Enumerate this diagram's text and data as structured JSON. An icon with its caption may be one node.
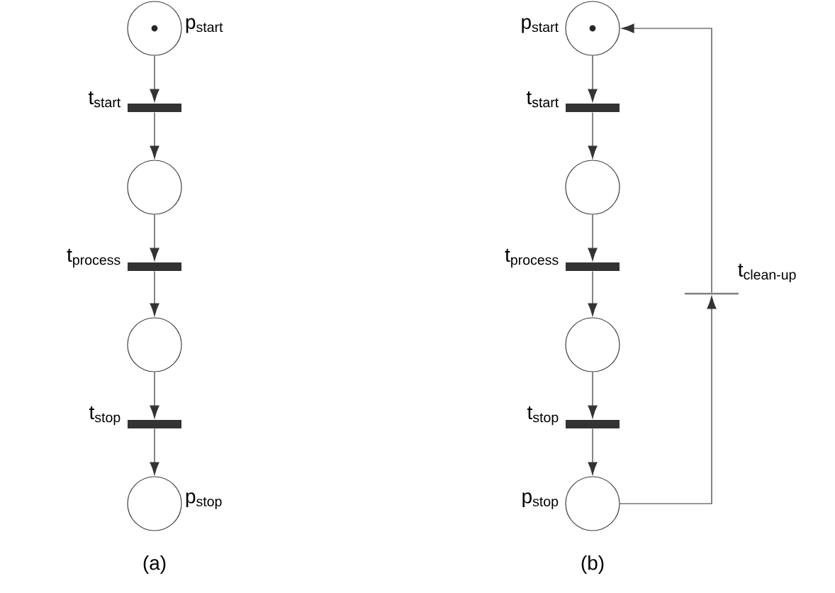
{
  "diagram": {
    "nodes": [
      {
        "text": [],
        "shape": "token",
        "beside": [
          "p$_{start}$"
        ]
      },
      {
        "text": [],
        "shape": "bar",
        "beside": [
          "t$_{start}$"
        ]
      },
      {
        "text": [],
        "shape": "circle"
      },
      {
        "text": [],
        "shape": "bar",
        "beside": [
          "t$_{process}$"
        ]
      },
      {
        "text": [],
        "shape": "circle"
      },
      {
        "text": [],
        "shape": "bar",
        "beside": [
          "t$_{stop}$"
        ]
      },
      {
        "text": [],
        "shape": "circle",
        "beside": [
          "p$_{stop}$"
        ]
      },
      {
        "text": [],
        "shape": "token",
        "beside": [
          "p$_{start}$"
        ]
      },
      {
        "text": [],
        "shape": "bar",
        "beside": [
          "t$_{start}$"
        ]
      },
      {
        "text": [],
        "shape": "circle"
      },
      {
        "text": [],
        "shape": "bar",
        "beside": [
          "t$_{process}$"
        ]
      },
      {
        "text": [],
        "shape": "circle"
      },
      {
        "text": [],
        "shape": "bar",
        "beside": [
          "t$_{stop}$"
        ]
      },
      {
        "text": [],
        "shape": "circle",
        "beside": [
          "p$_{stop}$"
        ]
      },
      {
        "text": [],
        "shape": "line",
        "beside": [
          "t$_{clean-up}$"
        ]
      }
    ],
    "edges": [
      {
        "from": 0,
        "to": 1,
        "arrow": "to"
      },
      {
        "from": 1,
        "to": 2,
        "arrow": "to"
      },
      {
        "from": 2,
        "to": 3,
        "arrow": "to"
      },
      {
        "from": 3,
        "to": 4,
        "arrow": "to"
      },
      {
        "from": 4,
        "to": 5,
        "arrow": "to"
      },
      {
        "from": 5,
        "to": 6,
        "arrow": "to"
      },
      {
        "from": 7,
        "to": 8,
        "arrow": "to"
      },
      {
        "from": 8,
        "to": 9,
        "arrow": "to"
      },
      {
        "from": 9,
        "to": 10,
        "arrow": "to"
      },
      {
        "from": 10,
        "to": 11,
        "arrow": "to"
      },
      {
        "from": 11,
        "to": 12,
        "arrow": "to"
      },
      {
        "from": 12,
        "to": 13,
        "arrow": "to"
      },
      {
        "from": 13,
        "to": 14,
        "arrow": "to"
      },
      {
        "from": 14,
        "to": 7,
        "arrow": "to"
      }
    ],
    "labels": [
      "(a)",
      "(b)"
    ]
  }
}
